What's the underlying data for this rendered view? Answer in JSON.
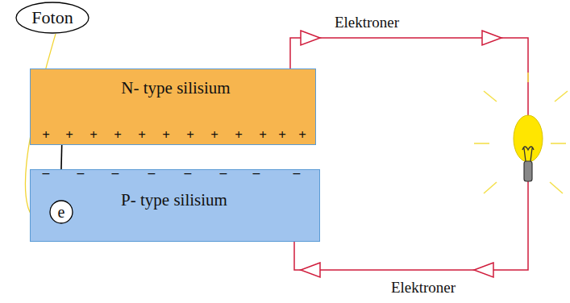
{
  "diagram": {
    "nodes": [
      {
        "text": [
          "Foton"
        ]
      },
      {
        "text": [
          "N- type silisium"
        ]
      },
      {
        "text": [
          "P- type silisium"
        ]
      },
      {
        "text": [
          "e"
        ],
        "in": 2
      }
    ],
    "edges": [
      {
        "from": 0,
        "to": 3,
        "arrow": "none"
      },
      {
        "from": 3,
        "to": 1,
        "arrow": "to"
      },
      {
        "from": 1,
        "to": 2,
        "arrow": "to"
      }
    ],
    "labels": [
      "Elektroner",
      "Elektroner",
      "+",
      "+",
      "+",
      "+",
      "+",
      "+",
      "+",
      "+",
      "+",
      "+",
      "+",
      "+",
      "−",
      "−",
      "−",
      "−",
      "−",
      "−",
      "−",
      "−"
    ]
  }
}
